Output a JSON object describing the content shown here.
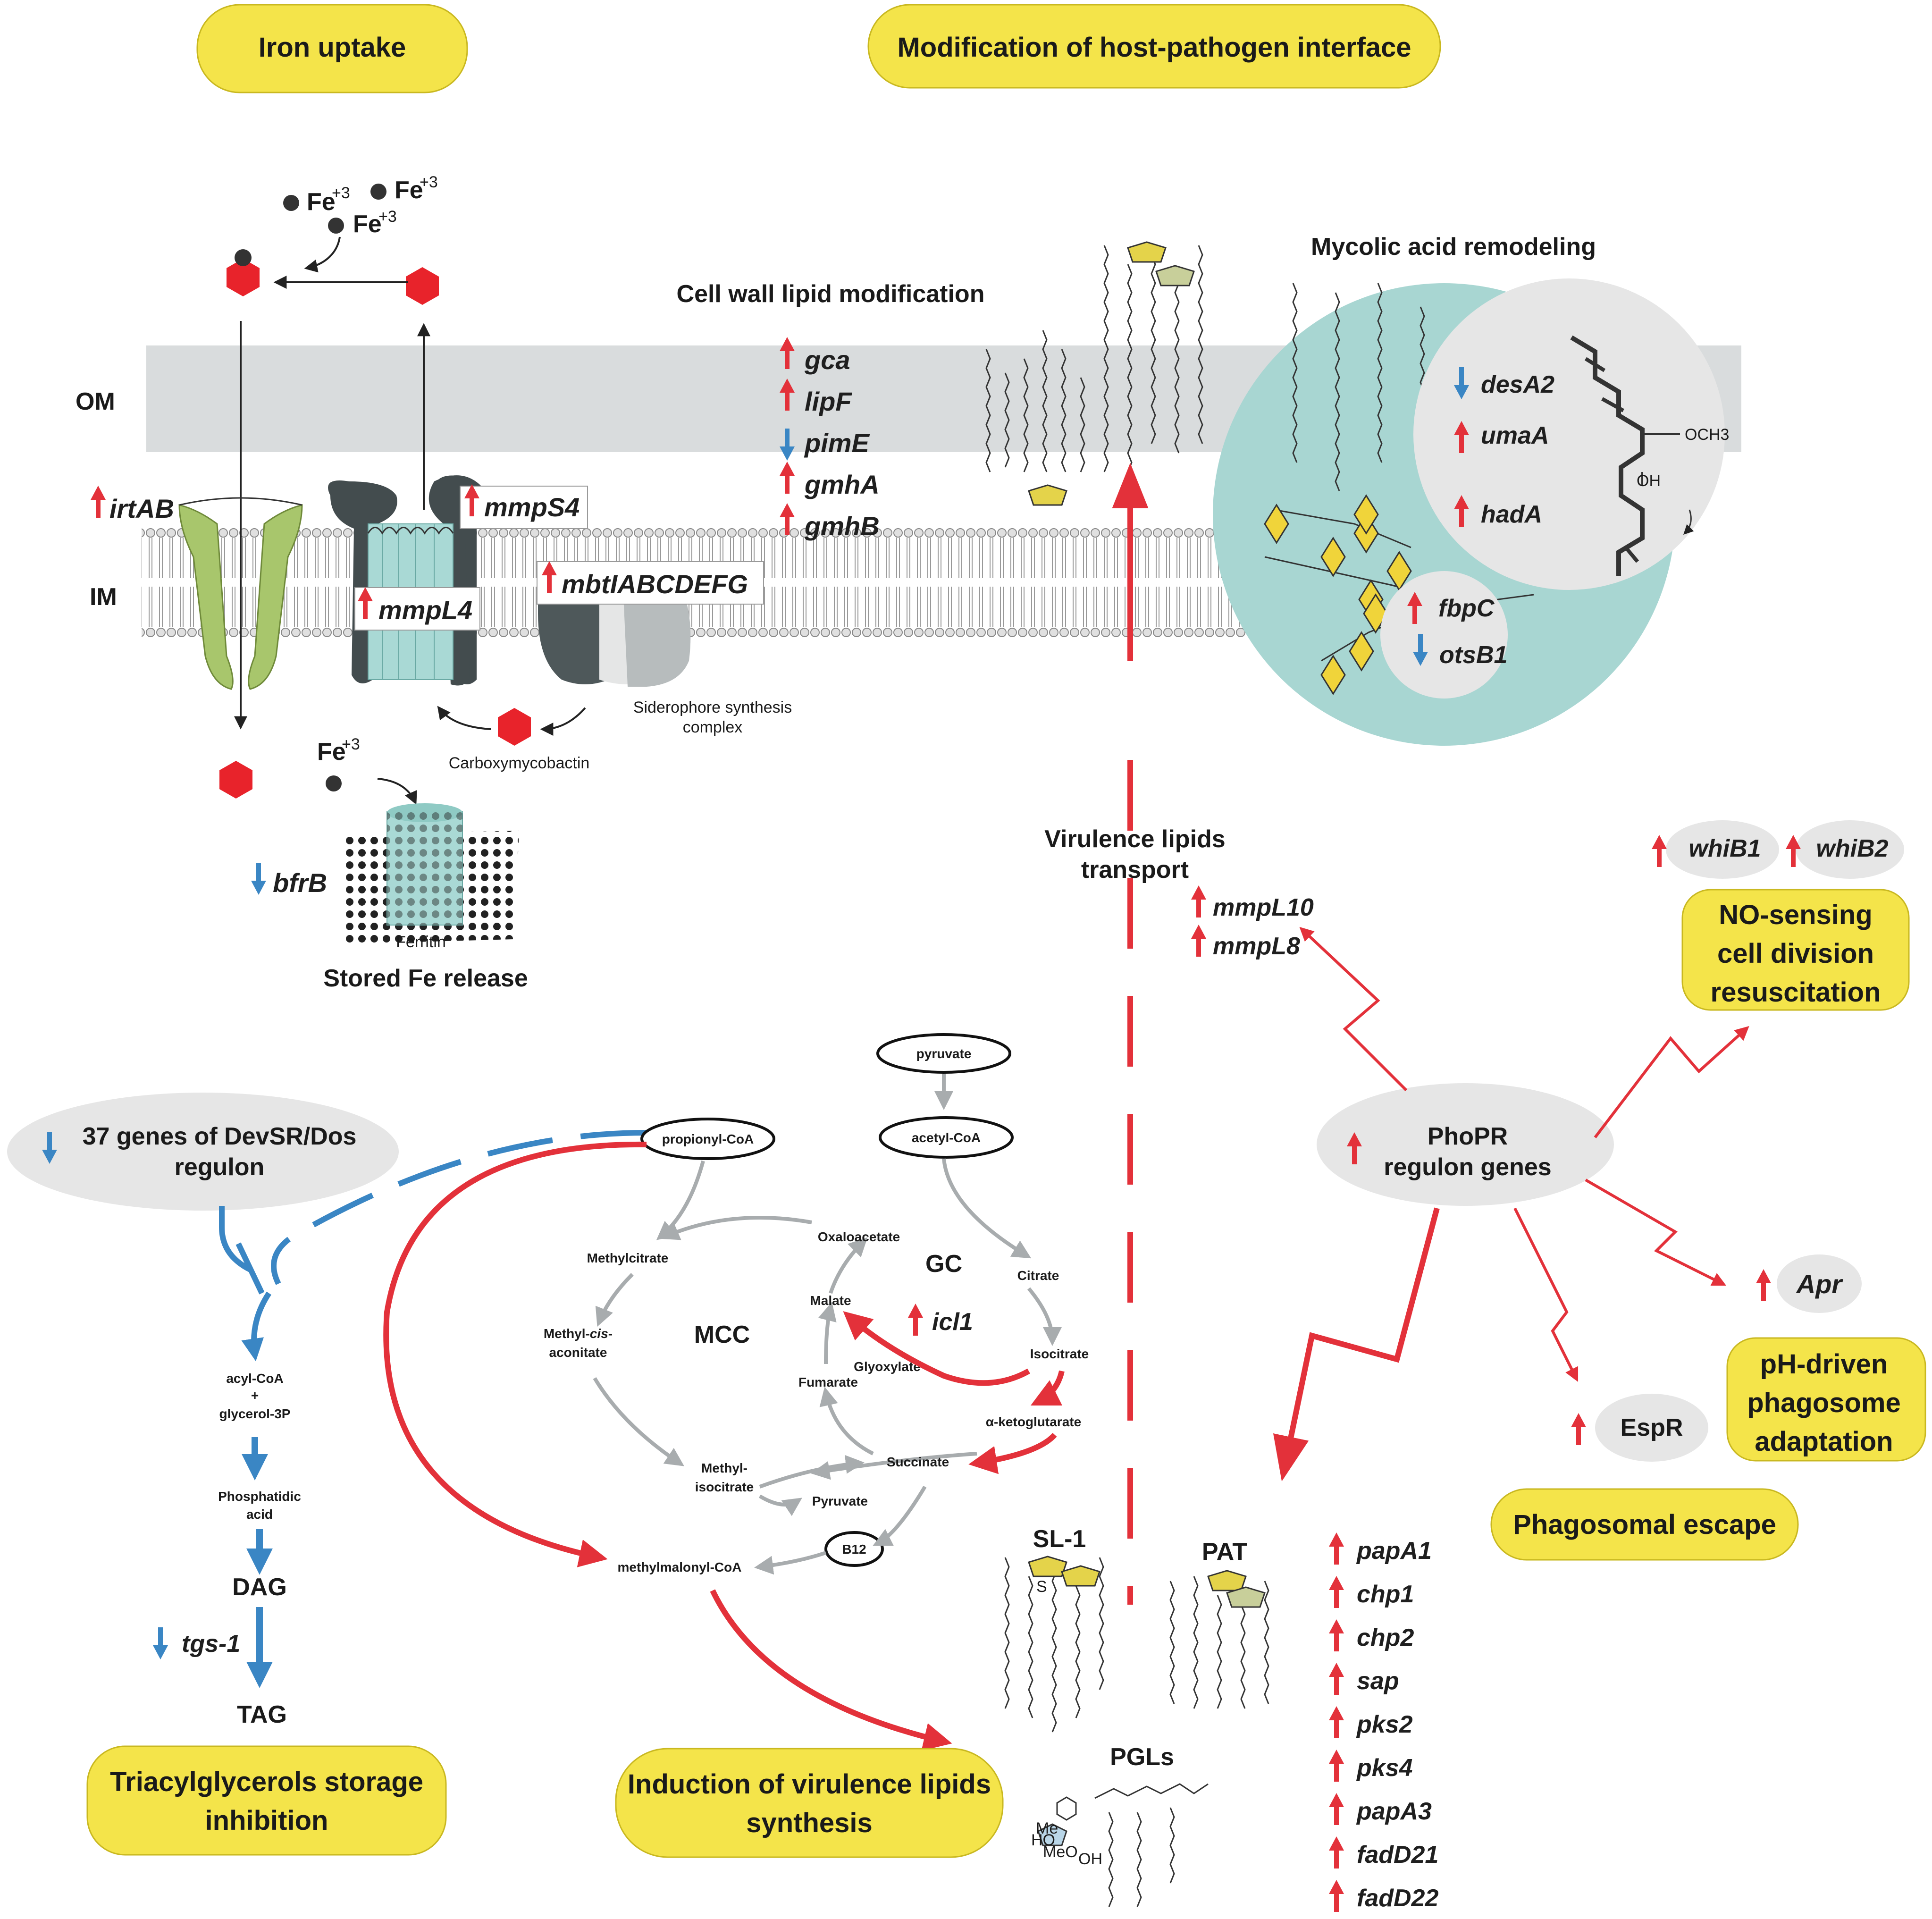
{
  "titles": {
    "iron_uptake": "Iron uptake",
    "host_interface": "Modification of host-pathogen interface",
    "no_sensing_1": "NO-sensing",
    "no_sensing_2": "cell division",
    "no_sensing_3": "resuscitation",
    "ph_1": "pH-driven",
    "ph_2": "phagosome",
    "ph_3": "adaptation",
    "phagosomal_escape": "Phagosomal escape",
    "tag_1": "Triacylglycerols storage",
    "tag_2": "inhibition",
    "virulence_1": "Induction of virulence lipids",
    "virulence_2": "synthesis"
  },
  "membrane": {
    "om": "OM",
    "im": "IM"
  },
  "iron": {
    "fe": "Fe",
    "fe_charge": "+3",
    "genes": {
      "irtAB": "irtAB",
      "mmpS4": "mmpS4",
      "mmpL4": "mmpL4",
      "mbtI": "mbtIABCDEFG",
      "bfrB": "bfrB"
    },
    "siderophore_1": "Siderophore synthesis",
    "siderophore_2": "complex",
    "carboxymycobactin": "Carboxymycobactin",
    "ferritin": "Ferritin",
    "stored_fe": "Stored Fe release"
  },
  "cell_wall": {
    "title": "Cell wall lipid modification",
    "genes": [
      {
        "name": "gca",
        "dir": "up"
      },
      {
        "name": "lipF",
        "dir": "up"
      },
      {
        "name": "pimE",
        "dir": "down"
      },
      {
        "name": "gmhA",
        "dir": "up"
      },
      {
        "name": "gmhB",
        "dir": "up"
      }
    ]
  },
  "mycolic": {
    "title": "Mycolic acid remodeling",
    "desA2": "desA2",
    "umaA": "umaA",
    "hadA": "hadA",
    "fbpC": "fbpC",
    "otsB1": "otsB1",
    "och3": "OCH3",
    "oh": "OH"
  },
  "transport": {
    "label_1": "Virulence lipids",
    "label_2": "transport",
    "mmpL10": "mmpL10",
    "mmpL8": "mmpL8"
  },
  "phopr": {
    "label_1": "PhoPR",
    "label_2": "regulon genes"
  },
  "regulators": {
    "whiB1": "whiB1",
    "whiB2": "whiB2",
    "apr": "Apr",
    "espR": "EspR"
  },
  "devsr": {
    "label_1": "37 genes of DevSR/Dos",
    "label_2": "regulon"
  },
  "tag_path": {
    "acyl_coa": "acyl-CoA",
    "plus": "+",
    "glycerol": "glycerol-3P",
    "pa_1": "Phosphatidic",
    "pa_2": "acid",
    "dag": "DAG",
    "tgs1": "tgs-1",
    "tag": "TAG"
  },
  "metabolism": {
    "pyruvate": "pyruvate",
    "acetyl_coa": "acetyl-CoA",
    "propionyl_coa": "propionyl-CoA",
    "methylcitrate": "Methylcitrate",
    "methyl_cis_1": "Methyl-",
    "methyl_cis_2": "cis",
    "methyl_cis_3": "aconitate",
    "methyl_iso_1": "Methyl-",
    "methyl_iso_2": "isocitrate",
    "pyruvate2": "Pyruvate",
    "mcc": "MCC",
    "gc": "GC",
    "oxaloacetate": "Oxaloacetate",
    "citrate": "Citrate",
    "malate": "Malate",
    "icl1": "icl1",
    "glyoxylate": "Glyoxylate",
    "isocitrate": "Isocitrate",
    "fumarate": "Fumarate",
    "akg": "α-ketoglutarate",
    "succinate": "Succinate",
    "b12": "B12",
    "methylmalonyl": "methylmalonyl-CoA"
  },
  "lipids": {
    "sl1": "SL-1",
    "pat": "PAT",
    "pgls": "PGLs",
    "s": "S",
    "o": "O",
    "meo": "MeO",
    "me": "Me",
    "ho": "HO",
    "oh": "OH"
  },
  "phopr_genes": [
    "papA1",
    "chp1",
    "chp2",
    "sap",
    "pks2",
    "pks4",
    "papA3",
    "fadD21",
    "fadD22"
  ],
  "colors": {
    "up_arrow": "#e3313a",
    "down_arrow": "#3a86c4",
    "box": "#f4e44a",
    "mycolic_circle": "#a8d6d2",
    "membrane": "#d9dcdd"
  }
}
